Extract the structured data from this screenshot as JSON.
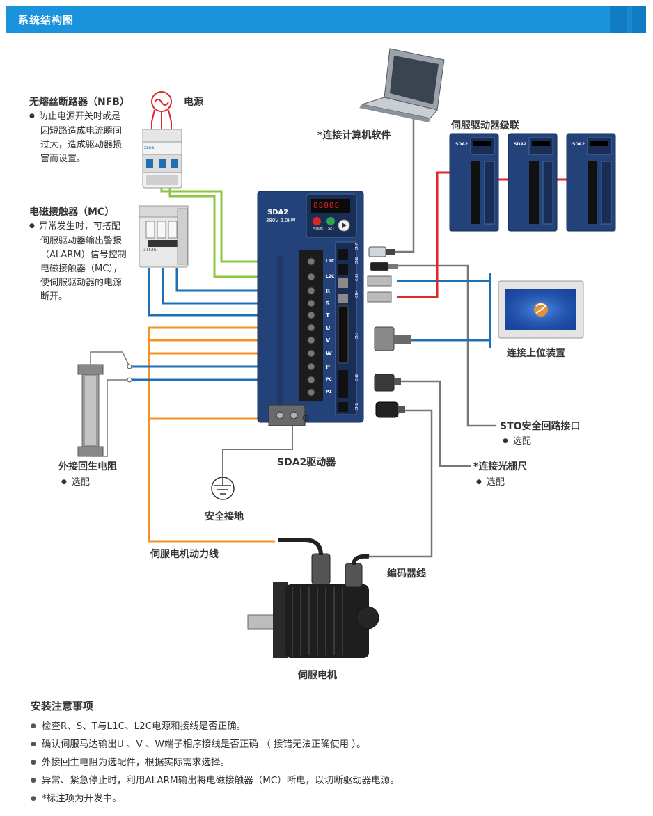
{
  "header": {
    "title": "系统结构图"
  },
  "labels": {
    "nfb_title": "无熔丝断路器（NFB）",
    "nfb_desc": [
      "防止电源开关时或是",
      "因短路造成电流瞬间",
      "过大，造成驱动器损",
      "害而设置。"
    ],
    "power": "电源",
    "mc_title": "电磁接触器（MC）",
    "mc_desc": [
      "异常发生时，可搭配",
      "伺服驱动器输出警报",
      "（ALARM）信号控制",
      "电磁接触器（MC），",
      "使伺服驱动器的电源",
      "断开。"
    ],
    "pc_software": "*连接计算机软件",
    "cascade": "伺服驱动器级联",
    "host": "连接上位装置",
    "sto": "STO安全回路接口",
    "sto_opt": "选配",
    "scale": "*连接光栅尺",
    "scale_opt": "选配",
    "regen": "外接回生电阻",
    "regen_opt": "选配",
    "drive": "SDA2驱动器",
    "ground": "安全接地",
    "motor_power": "伺服电机动力线",
    "encoder": "编码器线",
    "motor": "伺服电机"
  },
  "drive_panel": {
    "model": "SDA2",
    "rating": "380V 2.0kW",
    "display": "88888",
    "btn_mode": "MODE",
    "btn_set": "SET",
    "terminals": [
      "L1C",
      "L2C",
      "R",
      "S",
      "T",
      "U",
      "V",
      "W",
      "P",
      "PC",
      "P1"
    ],
    "connectors": [
      "CN7",
      "CN6",
      "CN5",
      "CN4",
      "CN3",
      "CN2",
      "CN1"
    ]
  },
  "cascade_drive_model": "SDA2",
  "notes": {
    "title": "安装注意事项",
    "items": [
      "检查R、S、T与L1C、L2C电源和接线是否正确。",
      "确认伺服马达输出U 、V 、W端子相序接线是否正确 （ 接错无法正确使用 ）。",
      "外接回生电阻为选配件，根据实际需求选择。",
      "异常、紧急停止时，利用ALARM输出将电磁接触器（MC）断电，以切断驱动器电源。",
      "*标注项为开发中。"
    ]
  },
  "colors": {
    "header": "#1a92dc",
    "blue_wire": "#1f6fb5",
    "green_wire": "#8cc63f",
    "orange_wire": "#f39323",
    "red_wire": "#e0262b",
    "gray_wire": "#777777",
    "drive_body": "#24427a"
  }
}
